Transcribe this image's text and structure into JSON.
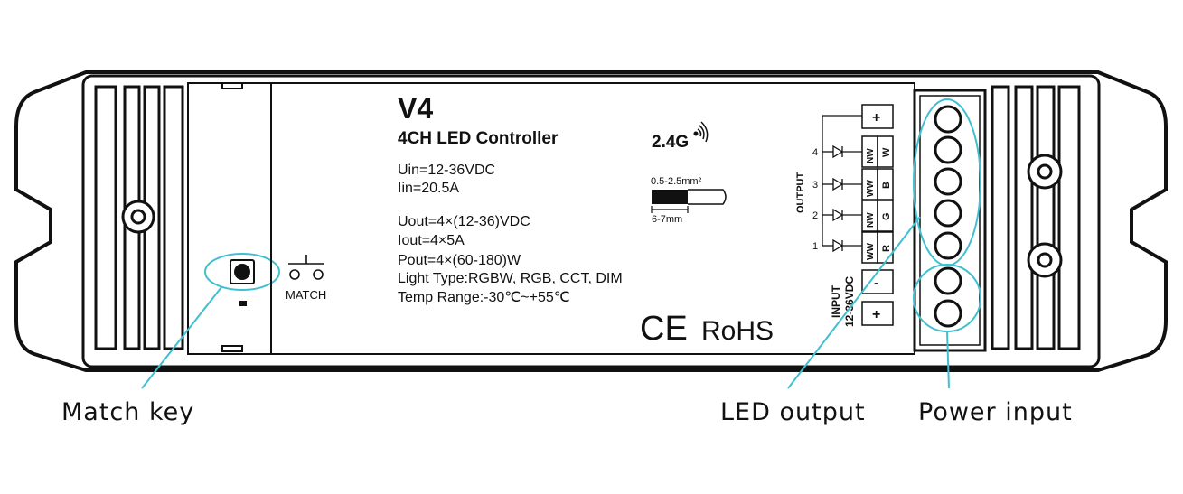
{
  "device": {
    "model": "V4",
    "description": "4CH LED Controller",
    "wireless": "2.4G",
    "specs": [
      "Uin=12-36VDC",
      "Iin=20.5A",
      "Uout=4×(12-36)VDC",
      "Iout=4×5A",
      "Pout=4×(60-180)W",
      "Light Type:RGBW, RGB, CCT, DIM",
      "Temp Range:-30℃~+55℃"
    ],
    "wire_gauge": "0.5-2.5mm²",
    "strip_length": "6-7mm",
    "certifications": [
      "CE",
      "RoHS"
    ],
    "match_label": "MATCH"
  },
  "terminals": {
    "output_label": "OUTPUT",
    "input_label": "INPUT",
    "input_voltage": "12-36VDC",
    "channels": [
      {
        "number": "4",
        "led": "NW",
        "pin": "W"
      },
      {
        "number": "3",
        "led": "WW",
        "pin": "B"
      },
      {
        "number": "2",
        "led": "NW",
        "pin": "G"
      },
      {
        "number": "1",
        "led": "WW",
        "pin": "R"
      }
    ],
    "plus": "+",
    "minus": "-"
  },
  "callouts": {
    "match_key": "Match key",
    "led_output": "LED output",
    "power_input": "Power input"
  },
  "colors": {
    "outline": "#111111",
    "highlight": "#3fbfcf"
  }
}
